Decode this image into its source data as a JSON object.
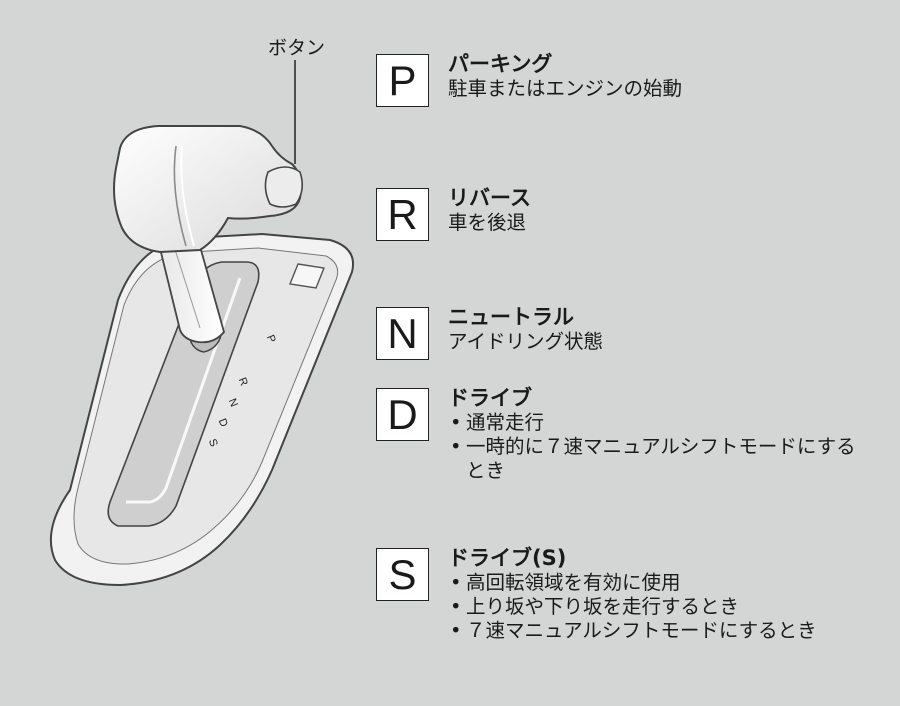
{
  "illustration": {
    "button_label": "ボタン",
    "gate_letters": [
      "P",
      "R",
      "N",
      "D",
      "S"
    ]
  },
  "modes": [
    {
      "letter": "P",
      "title": "パーキング",
      "description": "駐車またはエンジンの始動"
    },
    {
      "letter": "R",
      "title": "リバース",
      "description": "車を後退"
    },
    {
      "letter": "N",
      "title": "ニュートラル",
      "description": "アイドリング状態"
    },
    {
      "letter": "D",
      "title": "ドライブ",
      "bullets": [
        "通常走行",
        "一時的に７速マニュアルシフトモードにするとき"
      ]
    },
    {
      "letter": "S",
      "title": "ドライブ(S)",
      "bullets": [
        "高回転領域を有効に使用",
        "上り坂や下り坂を走行するとき",
        "７速マニュアルシフトモードにするとき"
      ]
    }
  ]
}
